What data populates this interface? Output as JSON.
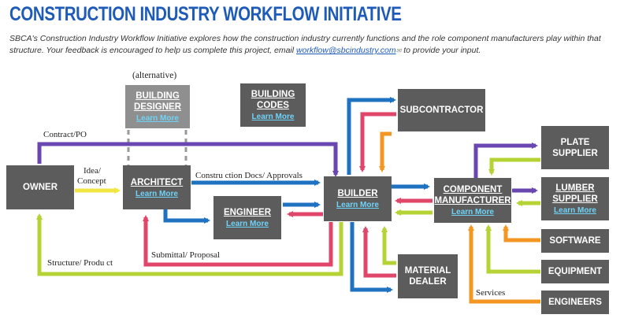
{
  "page": {
    "title": "CONSTRUCTION INDUSTRY WORKFLOW INITIATIVE",
    "intro_before": "SBCA's Construction Industry Workflow Initiative explores how the construction industry currently functions and the role component manufacturers play within that structure. Your feedback is encouraged to help us complete this project, email ",
    "email": "workflow@sbcindustry.com",
    "intro_after": " to provide your input."
  },
  "nodes": {
    "owner": {
      "label": "OWNER"
    },
    "architect": {
      "label": "ARCHITECT",
      "link": "Learn More"
    },
    "building_designer": {
      "label_1": "BUILDING",
      "label_2": "DESIGNER",
      "link": "Learn More"
    },
    "building_codes": {
      "label_1": "BUILDING",
      "label_2": "CODES",
      "link": "Learn More"
    },
    "engineer": {
      "label": "ENGINEER",
      "link": "Learn More"
    },
    "builder": {
      "label": "BUILDER",
      "link": "Learn More"
    },
    "subcontractor": {
      "label": "SUBCONTRACTOR"
    },
    "material_dealer": {
      "label_1": "MATERIAL",
      "label_2": "DEALER"
    },
    "component_manufacturer": {
      "label_1": "COMPONENT",
      "label_2": "MANUFACTURER",
      "link": "Learn More"
    },
    "plate_supplier": {
      "label_1": "PLATE",
      "label_2": "SUPPLIER"
    },
    "lumber_supplier": {
      "label_1": "LUMBER",
      "label_2": "SUPPLIER",
      "link": "Learn More"
    },
    "software": {
      "label": "SOFTWARE"
    },
    "equipment": {
      "label": "EQUIPMENT"
    },
    "engineers": {
      "label": "ENGINEERS"
    }
  },
  "edge_labels": {
    "alternative": "(alternative)",
    "contract": "Contract/PO",
    "idea_1": "Idea/",
    "idea_2": "Concept",
    "construction_docs": "Constru ction Docs/ Approvals",
    "submittal": "Submittal/ Proposal",
    "structure": "Structure/ Produ ct",
    "services": "Services"
  },
  "colors": {
    "title": "#1e5bb8",
    "box": "#5c5c5c",
    "box_alt": "#8f8f8f",
    "link": "#6fd3f7",
    "purple": "#6a46b0",
    "yellow": "#f2e646",
    "blue": "#1f72c0",
    "red": "#e0456a",
    "orange": "#f39622",
    "green": "#b5d334"
  }
}
